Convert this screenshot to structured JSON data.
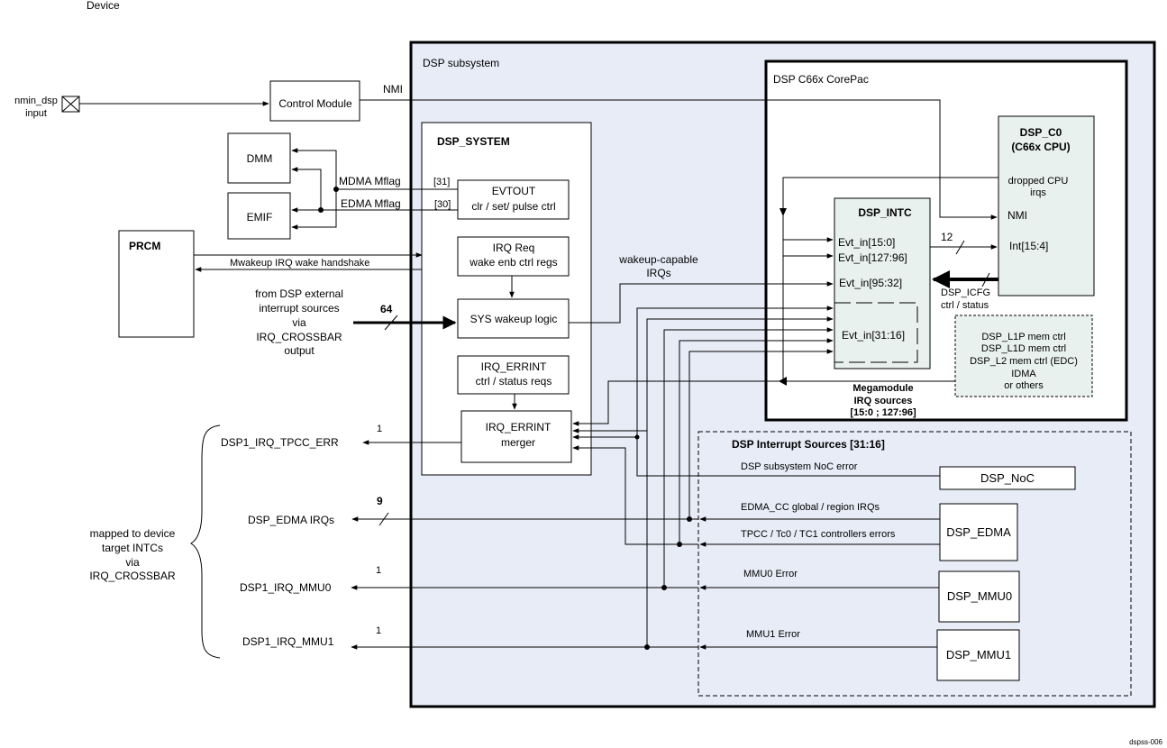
{
  "device_label": "Device",
  "nmin": {
    "line1": "nmin_dsp",
    "line2": "input"
  },
  "control_module": "Control Module",
  "nmi_signal": "NMI",
  "dmm": "DMM",
  "emif": "EMIF",
  "prcm": "PRCM",
  "mdma_mflag": "MDMA Mflag",
  "edma_mflag": "EDMA Mflag",
  "bit31": "[31]",
  "bit30": "[30]",
  "mwakeup": "Mwakeup IRQ wake handshake",
  "ext_sources": [
    "from DSP external",
    "interrupt sources",
    "via",
    "IRQ_CROSSBAR",
    "output"
  ],
  "bus64": "64",
  "dsp_subsystem": "DSP  subsystem",
  "dsp_system": "DSP_SYSTEM",
  "evtout": [
    "EVTOUT",
    "clr / set/ pulse ctrl"
  ],
  "irq_req": [
    "IRQ  Req",
    "wake enb ctrl regs"
  ],
  "sys_wakeup": "SYS wakeup logic",
  "irq_errint_regs": [
    "IRQ_ERRINT",
    "ctrl / status reqs"
  ],
  "irq_errint_merger": [
    "IRQ_ERRINT",
    "merger"
  ],
  "wakeup_capable": [
    "wakeup-capable",
    "IRQs"
  ],
  "corepac": "DSP  C66x CorePac",
  "dsp_c0": [
    "DSP_C0",
    "(C66x CPU)"
  ],
  "dropped": [
    "dropped CPU",
    "irqs"
  ],
  "cpu_nmi": "NMI",
  "cpu_int": "Int[15:4]",
  "bus12": "12",
  "dsp_intc": "DSP_INTC",
  "evt_in": [
    "Evt_in[15:0]",
    "Evt_in[127:96]",
    "Evt_in[95:32]",
    "Evt_in[31:16]"
  ],
  "dsp_icfg": [
    "DSP_ICFG",
    "ctrl  / status"
  ],
  "mem_ctrl": [
    "DSP_L1P  mem ctrl",
    "DSP_L1D mem ctrl",
    "DSP_L2 mem ctrl (EDC)",
    "IDMA",
    "or others"
  ],
  "megamodule": [
    "Megamodule",
    "IRQ sources",
    "[15:0 ; 127:96]"
  ],
  "interrupt_sources": "DSP Interrupt Sources [31:16]",
  "outputs": [
    {
      "name": "DSP1_IRQ_TPCC_ERR",
      "count": "1"
    },
    {
      "name": "DSP_EDMA IRQs",
      "count": "9"
    },
    {
      "name": "DSP1_IRQ_MMU0",
      "count": "1"
    },
    {
      "name": "DSP1_IRQ_MMU1",
      "count": "1"
    }
  ],
  "mapped": [
    "mapped to device",
    "target INTCs",
    "via",
    "IRQ_CROSSBAR"
  ],
  "sources": {
    "noc_error": "DSP subsystem  NoC error",
    "edma_cc": "EDMA_CC global / region  IRQs",
    "tpcc_err": "TPCC / Tc0 / TC1  controllers  errors",
    "mmu0_err": "MMU0 Error",
    "mmu1_err": "MMU1 Error"
  },
  "blocks": {
    "dsp_noc": "DSP_NoC",
    "dsp_edma": "DSP_EDMA",
    "dsp_mmu0": "DSP_MMU0",
    "dsp_mmu1": "DSP_MMU1"
  },
  "figure_id": "dspss-006",
  "colors": {
    "subsystem_fill": "#e8ecf7",
    "light_fill": "#e9f1ef",
    "line": "#000000"
  }
}
